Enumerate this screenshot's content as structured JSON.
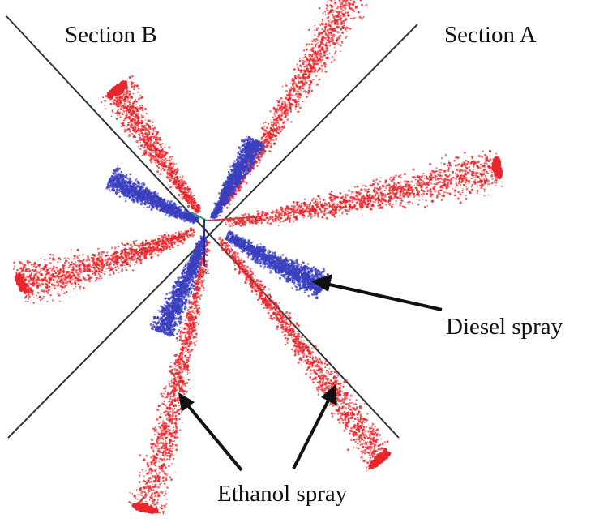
{
  "labels": {
    "section_b": "Section B",
    "section_a": "Section A",
    "diesel": "Diesel spray",
    "ethanol": "Ethanol spray"
  },
  "axis_triad": {
    "x": "x",
    "z": "z"
  },
  "colors": {
    "ethanol": "#e8262b",
    "diesel": "#3a3fbf",
    "line": "#333333",
    "arrow": "#111111",
    "triad_x": "#d23a3a",
    "triad_z": "#2a2aa0"
  }
}
